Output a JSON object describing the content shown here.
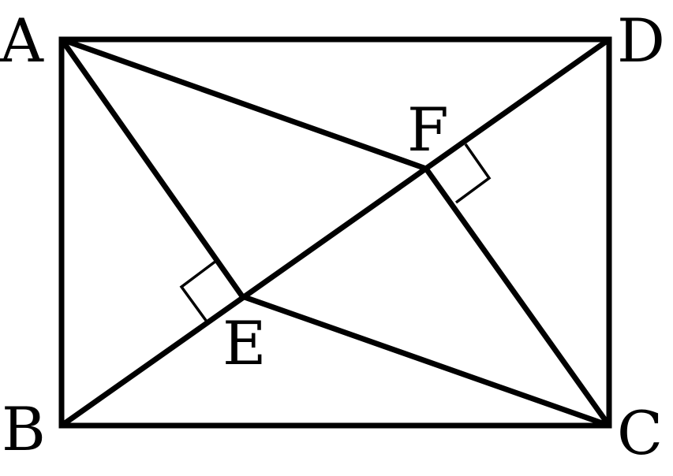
{
  "figure": {
    "points": {
      "A": "A",
      "B": "B",
      "C": "C",
      "D": "D",
      "E": "E",
      "F": "F"
    },
    "segments": [
      "AB",
      "BC",
      "CD",
      "DA",
      "BD",
      "AE",
      "AF",
      "CE",
      "CF"
    ],
    "right_angles": [
      "AEB",
      "CFD"
    ],
    "stroke_color": "#000000"
  }
}
